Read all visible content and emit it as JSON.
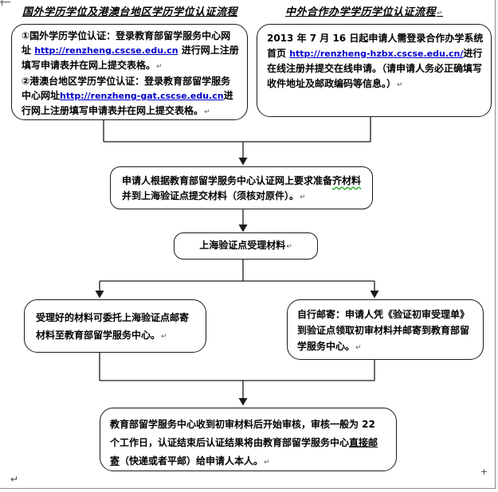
{
  "headers": {
    "left": "国外学历学位及港澳台地区学历学位认证流程",
    "right": "中外合作办学学历学位认证流程"
  },
  "marks": {
    "para": "↵",
    "plus": "+"
  },
  "flow": {
    "box_overseas": {
      "seg1": "①国外学历学位认证：登录教育部留学服务中心网址 ",
      "link1": "http://renzheng.cscse.edu.cn",
      "seg2": " 进行网上注册填写申请表并在网上提交表格。",
      "seg3": "②港澳台地区学历学位认证：登录教育部留学服务中心网址",
      "link2": "http://renzheng-gat.cscse.edu.cn",
      "seg4": "进行网上注册填写申请表并在网上提交表格。"
    },
    "box_joint": {
      "seg1": "2013 年 7 月 16 日起申请人需登录合作办学系统首页 ",
      "link1": "http://renzheng-hzbx.cscse.edu.cn/",
      "seg2": "进行在线注册并提交在线申请。（请申请人务必正确填写收件地址及邮政编码等信息。）"
    },
    "box_prepare": {
      "seg1": "申请人根据教育部留学服务中心认证网上要求准备",
      "wavy": "齐材料",
      "seg2": "并到上海验证点提交材料（须核对原件）。"
    },
    "box_accept": {
      "text": "上海验证点受理材料"
    },
    "box_entrust": {
      "text": "受理好的材料可委托上海验证点邮寄材料至教育部留学服务中心。"
    },
    "box_selfmail": {
      "text": "自行邮寄：申请人凭《验证初审受理单》到验证点领取初审材料并邮寄到教育部留学服务中心。"
    },
    "box_review": {
      "seg1": "教育部留学服务中心收到初审材料后开始审核，审核一般为 22 个工作日，认证结束后认证结果将由教育部留学服务中心",
      "underline": "直接邮寄",
      "seg2": "（快递或者平邮）给申请人本人。"
    }
  },
  "colors": {
    "link": "#0000cc",
    "squiggle": "#00a000",
    "line": "#1a1a1a",
    "page_frame": "#8a8a8a"
  }
}
